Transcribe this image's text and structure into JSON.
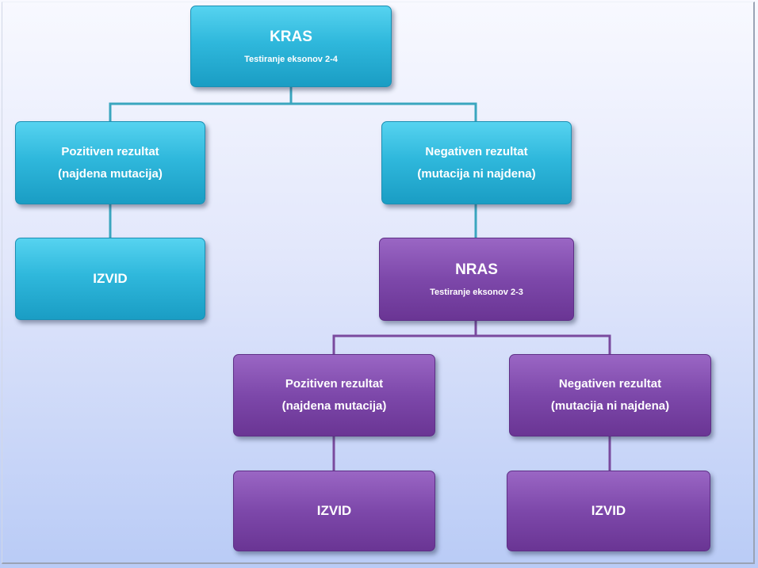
{
  "kras": {
    "title": "KRAS",
    "subtitle": "Testiranje eksonov 2-4"
  },
  "kras_positive": {
    "line1": "Pozitiven rezultat",
    "line2": "(najdena mutacija)"
  },
  "kras_negative": {
    "line1": "Negativen rezultat",
    "line2": "(mutacija ni najdena)"
  },
  "kras_report": {
    "label": "IZVID"
  },
  "nras": {
    "title": "NRAS",
    "subtitle": "Testiranje eksonov 2-3"
  },
  "nras_positive": {
    "line1": "Pozitiven rezultat",
    "line2": "(najdena mutacija)"
  },
  "nras_negative": {
    "line1": "Negativen rezultat",
    "line2": "(mutacija ni najdena)"
  },
  "nras_positive_report": {
    "label": "IZVID"
  },
  "nras_negative_report": {
    "label": "IZVID"
  },
  "colors": {
    "blue_box": "#2fb8dc",
    "purple_box": "#7d48aa",
    "blue_connector": "#3aa6bf",
    "purple_connector": "#7a4a9e"
  }
}
